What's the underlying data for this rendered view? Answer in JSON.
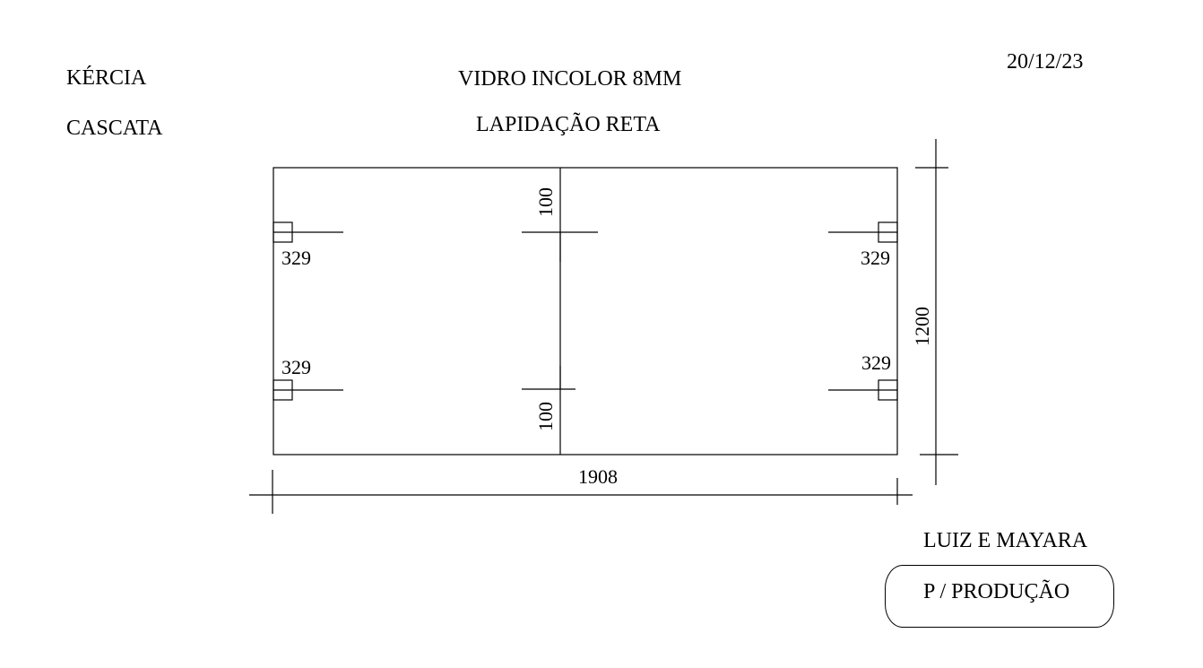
{
  "header": {
    "client": "KÉRCIA",
    "product": "CASCATA",
    "glass": "VIDRO INCOLOR 8MM",
    "finish": "LAPIDAÇÃO RETA",
    "date": "20/12/23"
  },
  "dimensions": {
    "width": "1908",
    "height": "1200",
    "hole_top_offset": "100",
    "hole_bottom_offset": "100",
    "hinge_top_left": "329",
    "hinge_top_right": "329",
    "hinge_bottom_left": "329",
    "hinge_bottom_right": "329"
  },
  "footer": {
    "customer": "LUIZ E MAYARA",
    "stamp": "P / PRODUÇÃO"
  },
  "colors": {
    "line": "#000000",
    "background": "#ffffff"
  }
}
